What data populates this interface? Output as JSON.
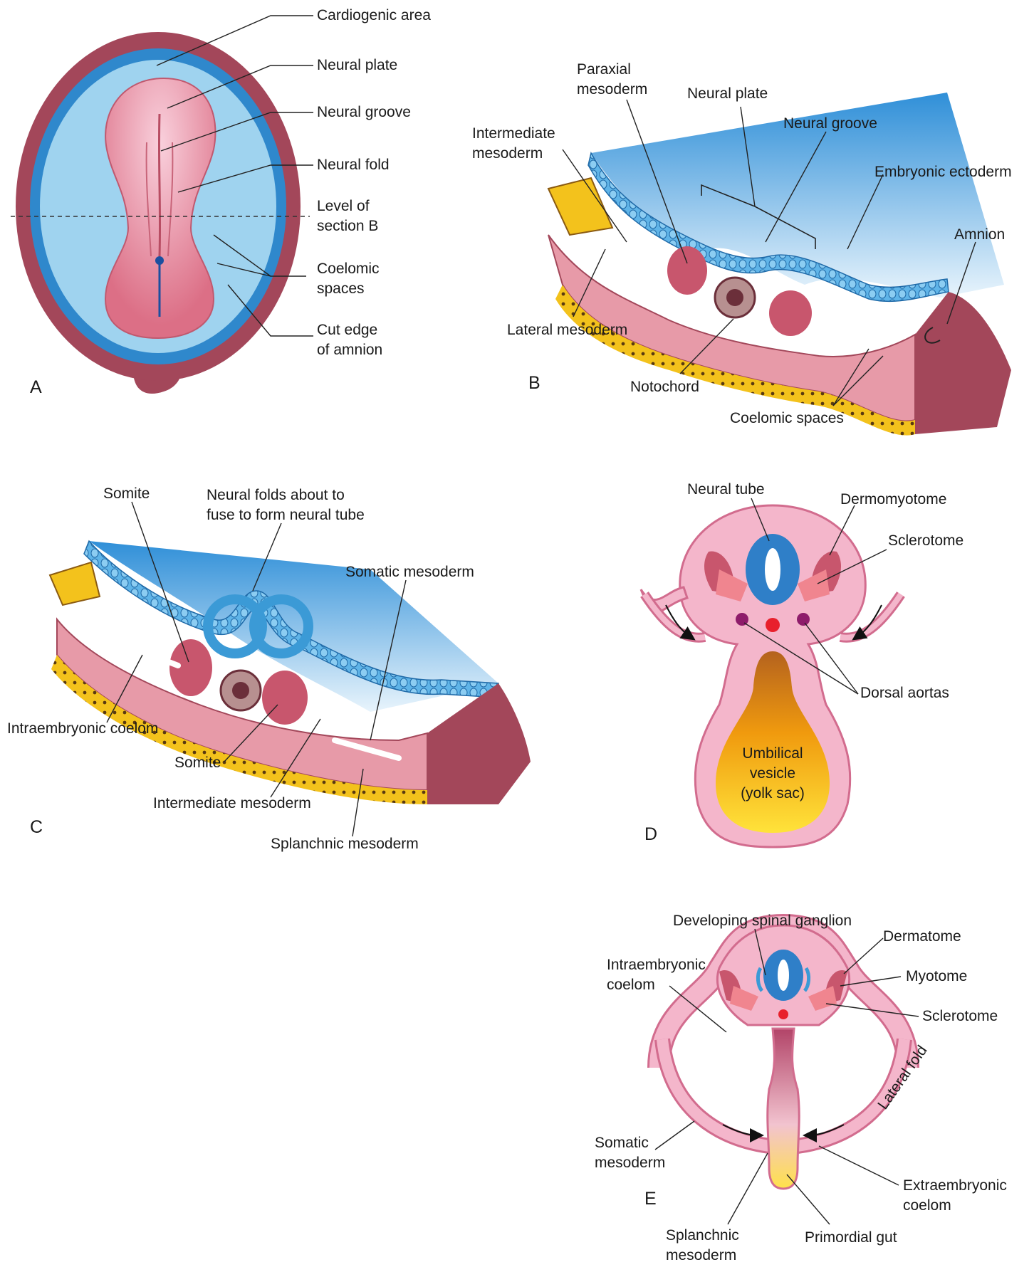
{
  "colors": {
    "amnion_wall": "#a3475a",
    "ectoderm_blue": "#3b9ad6",
    "mesoderm_pink": "#e79aa8",
    "somite_red": "#c8566d",
    "endoderm_yellow": "#f3c21c",
    "tissue_light_pink": "#f4b6cb",
    "yolk_orange": "#f2a010",
    "aorta_red": "#e8202c",
    "aorta_purple": "#8e1c6a"
  },
  "panels": {
    "a": {
      "letter": "A",
      "labels": {
        "cardiogenic_area": "Cardiogenic area",
        "neural_plate": "Neural plate",
        "neural_groove": "Neural groove",
        "neural_fold": "Neural fold",
        "level_section_l1": "Level of",
        "level_section_l2": "section B",
        "coelomic_l1": "Coelomic",
        "coelomic_l2": "spaces",
        "cut_edge_l1": "Cut edge",
        "cut_edge_l2": "of amnion"
      }
    },
    "b": {
      "letter": "B",
      "labels": {
        "paraxial_l1": "Paraxial",
        "paraxial_l2": "mesoderm",
        "neural_plate": "Neural plate",
        "neural_groove": "Neural groove",
        "intermediate_l1": "Intermediate",
        "intermediate_l2": "mesoderm",
        "embryonic_ectoderm": "Embryonic ectoderm",
        "amnion": "Amnion",
        "lateral_mesoderm": "Lateral mesoderm",
        "notochord": "Notochord",
        "coelomic_spaces": "Coelomic spaces"
      }
    },
    "c": {
      "letter": "C",
      "labels": {
        "somite_top": "Somite",
        "neural_folds_l1": "Neural folds about to",
        "neural_folds_l2": "fuse to form neural tube",
        "somatic_mesoderm": "Somatic mesoderm",
        "intraembryonic_coelom": "Intraembryonic coelom",
        "somite_bottom": "Somite",
        "intermediate_mesoderm": "Intermediate mesoderm",
        "splanchnic_mesoderm": "Splanchnic mesoderm"
      }
    },
    "d": {
      "letter": "D",
      "labels": {
        "neural_tube": "Neural tube",
        "dermomyotome": "Dermomyotome",
        "sclerotome": "Sclerotome",
        "dorsal_aortas": "Dorsal aortas",
        "umbilical_l1": "Umbilical",
        "umbilical_l2": "vesicle",
        "umbilical_l3": "(yolk sac)"
      }
    },
    "e": {
      "letter": "E",
      "labels": {
        "spinal_ganglion": "Developing spinal ganglion",
        "dermatome": "Dermatome",
        "myotome": "Myotome",
        "sclerotome": "Sclerotome",
        "intraembryonic_l1": "Intraembryonic",
        "intraembryonic_l2": "coelom",
        "lateral_fold": "Lateral fold",
        "somatic_l1": "Somatic",
        "somatic_l2": "mesoderm",
        "extraembryonic_l1": "Extraembryonic",
        "extraembryonic_l2": "coelom",
        "splanchnic_l1": "Splanchnic",
        "splanchnic_l2": "mesoderm",
        "primordial_gut": "Primordial gut"
      }
    }
  }
}
